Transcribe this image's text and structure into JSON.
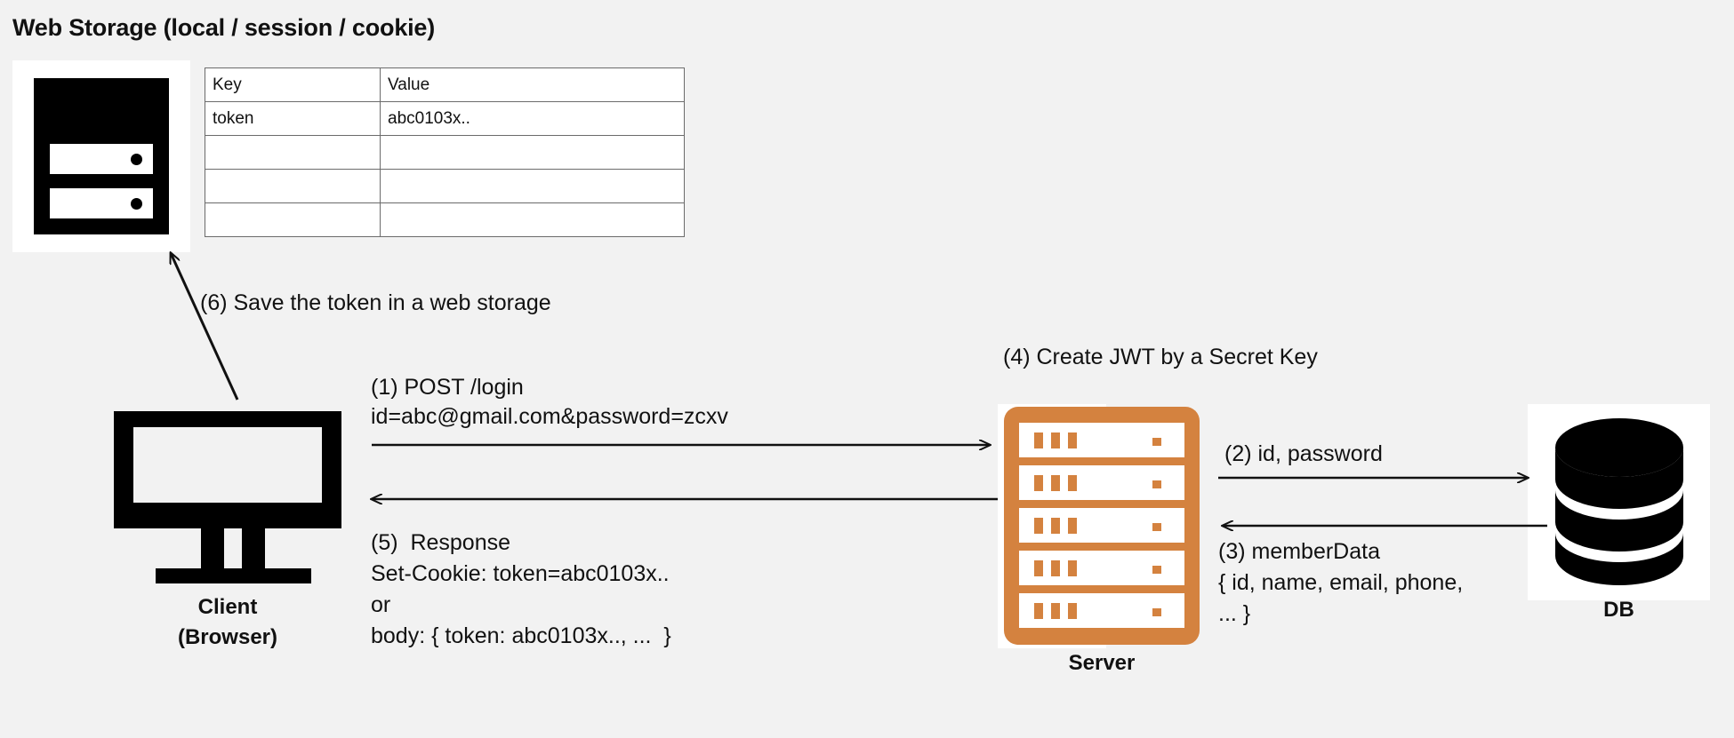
{
  "page": {
    "title": "Web Storage (local / session / cookie)",
    "background_color": "#f2f2f2"
  },
  "colors": {
    "background": "#f2f2f2",
    "ink": "#111111",
    "server_orange": "#d4823f",
    "icon_black": "#000000",
    "table_border": "#6b6b6b",
    "panel_white": "#ffffff"
  },
  "storage_table": {
    "columns": [
      "Key",
      "Value"
    ],
    "rows": [
      {
        "key": "token",
        "value": "abc0103x.."
      },
      {
        "key": "",
        "value": ""
      },
      {
        "key": "",
        "value": ""
      },
      {
        "key": "",
        "value": ""
      }
    ]
  },
  "nodes": {
    "client": {
      "icon": "monitor-icon",
      "label_line1": "Client",
      "label_line2": "(Browser)"
    },
    "server": {
      "icon": "server-rack-icon",
      "label": "Server"
    },
    "db": {
      "icon": "database-cylinder-icon",
      "label": "DB"
    },
    "web_storage": {
      "icon": "disk-storage-icon"
    }
  },
  "steps": {
    "step1": {
      "line1": "(1) POST /login",
      "line2": "id=abc@gmail.com&password=zcxv"
    },
    "step2": {
      "line1": "(2) id, password"
    },
    "step3": {
      "line1": "(3) memberData",
      "line2": "{ id, name, email, phone,",
      "line3": "... }"
    },
    "step4": {
      "line1": "(4) Create JWT by a Secret Key"
    },
    "step5": {
      "line1": "(5)  Response",
      "line2": "Set-Cookie: token=abc0103x..",
      "line3": "or",
      "line4": "body: { token: abc0103x.., ...  }"
    },
    "step6": {
      "line1": "(6) Save the token in a web storage"
    }
  },
  "arrows": [
    {
      "name": "client-to-server-request",
      "direction": "right"
    },
    {
      "name": "server-to-client-response",
      "direction": "left"
    },
    {
      "name": "server-to-db-query",
      "direction": "right"
    },
    {
      "name": "db-to-server-result",
      "direction": "left"
    },
    {
      "name": "client-to-web-storage-save",
      "direction": "up-left"
    }
  ]
}
